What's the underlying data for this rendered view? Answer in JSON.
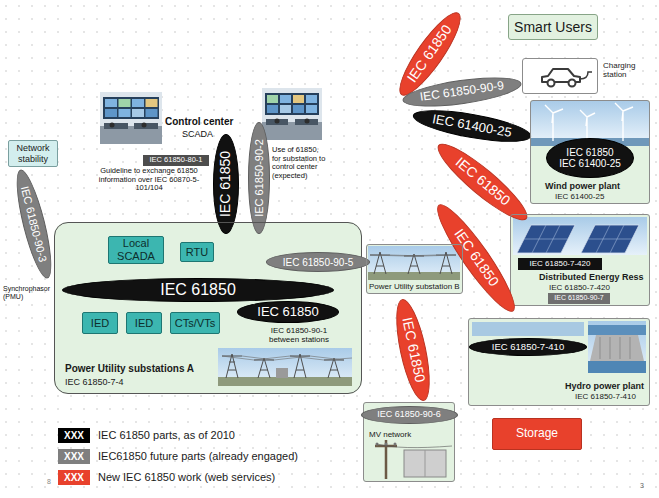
{
  "diagram": {
    "nodes": [
      {
        "text": [
          "Smart Users"
        ]
      },
      {
        "text": [
          "IEC 61850"
        ]
      },
      {
        "text": [
          "IEC 61850-90-9"
        ]
      },
      {
        "text": [
          "Charging station"
        ]
      },
      {
        "text": [
          "IEC 61400-25"
        ]
      },
      {
        "text": [
          "Wind power plant",
          "IEC 61400-25"
        ]
      },
      {
        "text": [
          "IEC 61850",
          "IEC 61400-25"
        ],
        "in": 5
      },
      {
        "text": [
          "Network stability"
        ]
      },
      {
        "text": [
          "IEC 61850-80-1"
        ]
      },
      {
        "text": [
          "IEC 61850"
        ]
      },
      {
        "text": [
          "IEC 61850-90-2"
        ]
      },
      {
        "text": [
          "IEC 61850"
        ]
      },
      {
        "text": [
          "Distributed Energy Ress",
          "IEC 61850-7-420"
        ]
      },
      {
        "text": [
          "IEC 61850-7-420"
        ],
        "in": 12
      },
      {
        "text": [
          "IEC 61850-90-7"
        ],
        "in": 12
      },
      {
        "text": [
          "IEC 61850-90-3"
        ]
      },
      {
        "text": [
          "Power Utility substations A",
          "IEC 61850-7-4"
        ]
      },
      {
        "text": [
          "Local SCADA"
        ],
        "in": 16
      },
      {
        "text": [
          "RTU"
        ],
        "in": 16
      },
      {
        "text": [
          "IEC 61850"
        ],
        "in": 16
      },
      {
        "text": [
          "IED"
        ],
        "in": 16
      },
      {
        "text": [
          "IED"
        ],
        "in": 16
      },
      {
        "text": [
          "CTs/VTs"
        ],
        "in": 16
      },
      {
        "text": [
          "IEC 61850"
        ],
        "in": 16
      },
      {
        "text": [
          "IEC 61850-90-5"
        ]
      },
      {
        "text": [
          "IEC 61850"
        ]
      },
      {
        "text": [
          "Power Utility substation B"
        ]
      },
      {
        "text": [
          "IEC 61850"
        ]
      },
      {
        "text": [
          "Hydro power plant",
          "IEC 61850-7-410"
        ]
      },
      {
        "text": [
          "IEC 61850-7-410"
        ],
        "in": 28
      },
      {
        "text": [
          "MV network"
        ]
      },
      {
        "text": [
          "IEC 61850-90-6"
        ],
        "in": 30
      },
      {
        "text": [
          "Storage"
        ]
      }
    ],
    "labels": [
      "Control center",
      "SCADA",
      "Guideline to exchange 61850 information over IEC 60870-5- 101/104",
      "Use of 61850, for substation to control center (expected)",
      "Synchrophasor (PMU)",
      "IEC 61850-90-1 between stations",
      "XXX",
      "XXX",
      "XXX",
      "8",
      "3"
    ],
    "legend": [
      {
        "text": "IEC 61850 parts, as of 2010",
        "color": "#000000"
      },
      {
        "text": "IEC61850 future parts (already engaged)",
        "color": "#7f7f7f"
      },
      {
        "text": "New IEC 61850 work (web services)",
        "color": "#e8412c"
      }
    ]
  }
}
